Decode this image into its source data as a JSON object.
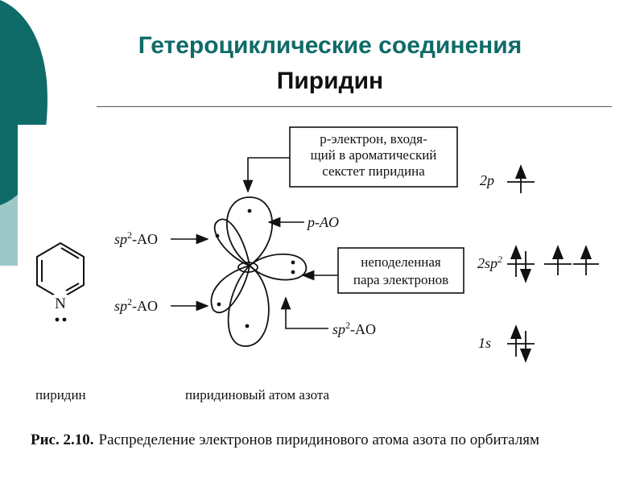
{
  "slide": {
    "title": "Гетероциклические соединения",
    "subtitle": "Пиридин",
    "accent_color": "#0f6b68",
    "accent_light": "#9cc9c8"
  },
  "figure": {
    "molecule_atom": "N",
    "molecule_label": "пиридин",
    "orbital_label": "пиридиновый атом азота",
    "box_p_electron": [
      "р-электрон, входя-",
      "щий в ароматический",
      "секстет пиридина"
    ],
    "box_lone_pair": [
      "неподеленная",
      "пара электронов"
    ],
    "label_p_ao": "p-AO",
    "label_sp2_ao": "-AO",
    "sp": "sp",
    "sup2": "2",
    "levels": {
      "top": "2p",
      "mid_base": "2sp",
      "mid_sup": "2",
      "bottom": "1s"
    },
    "caption_bold": "Рис. 2.10.",
    "caption_text": "Распределение электронов пиридинового атома азота по орбиталям"
  }
}
